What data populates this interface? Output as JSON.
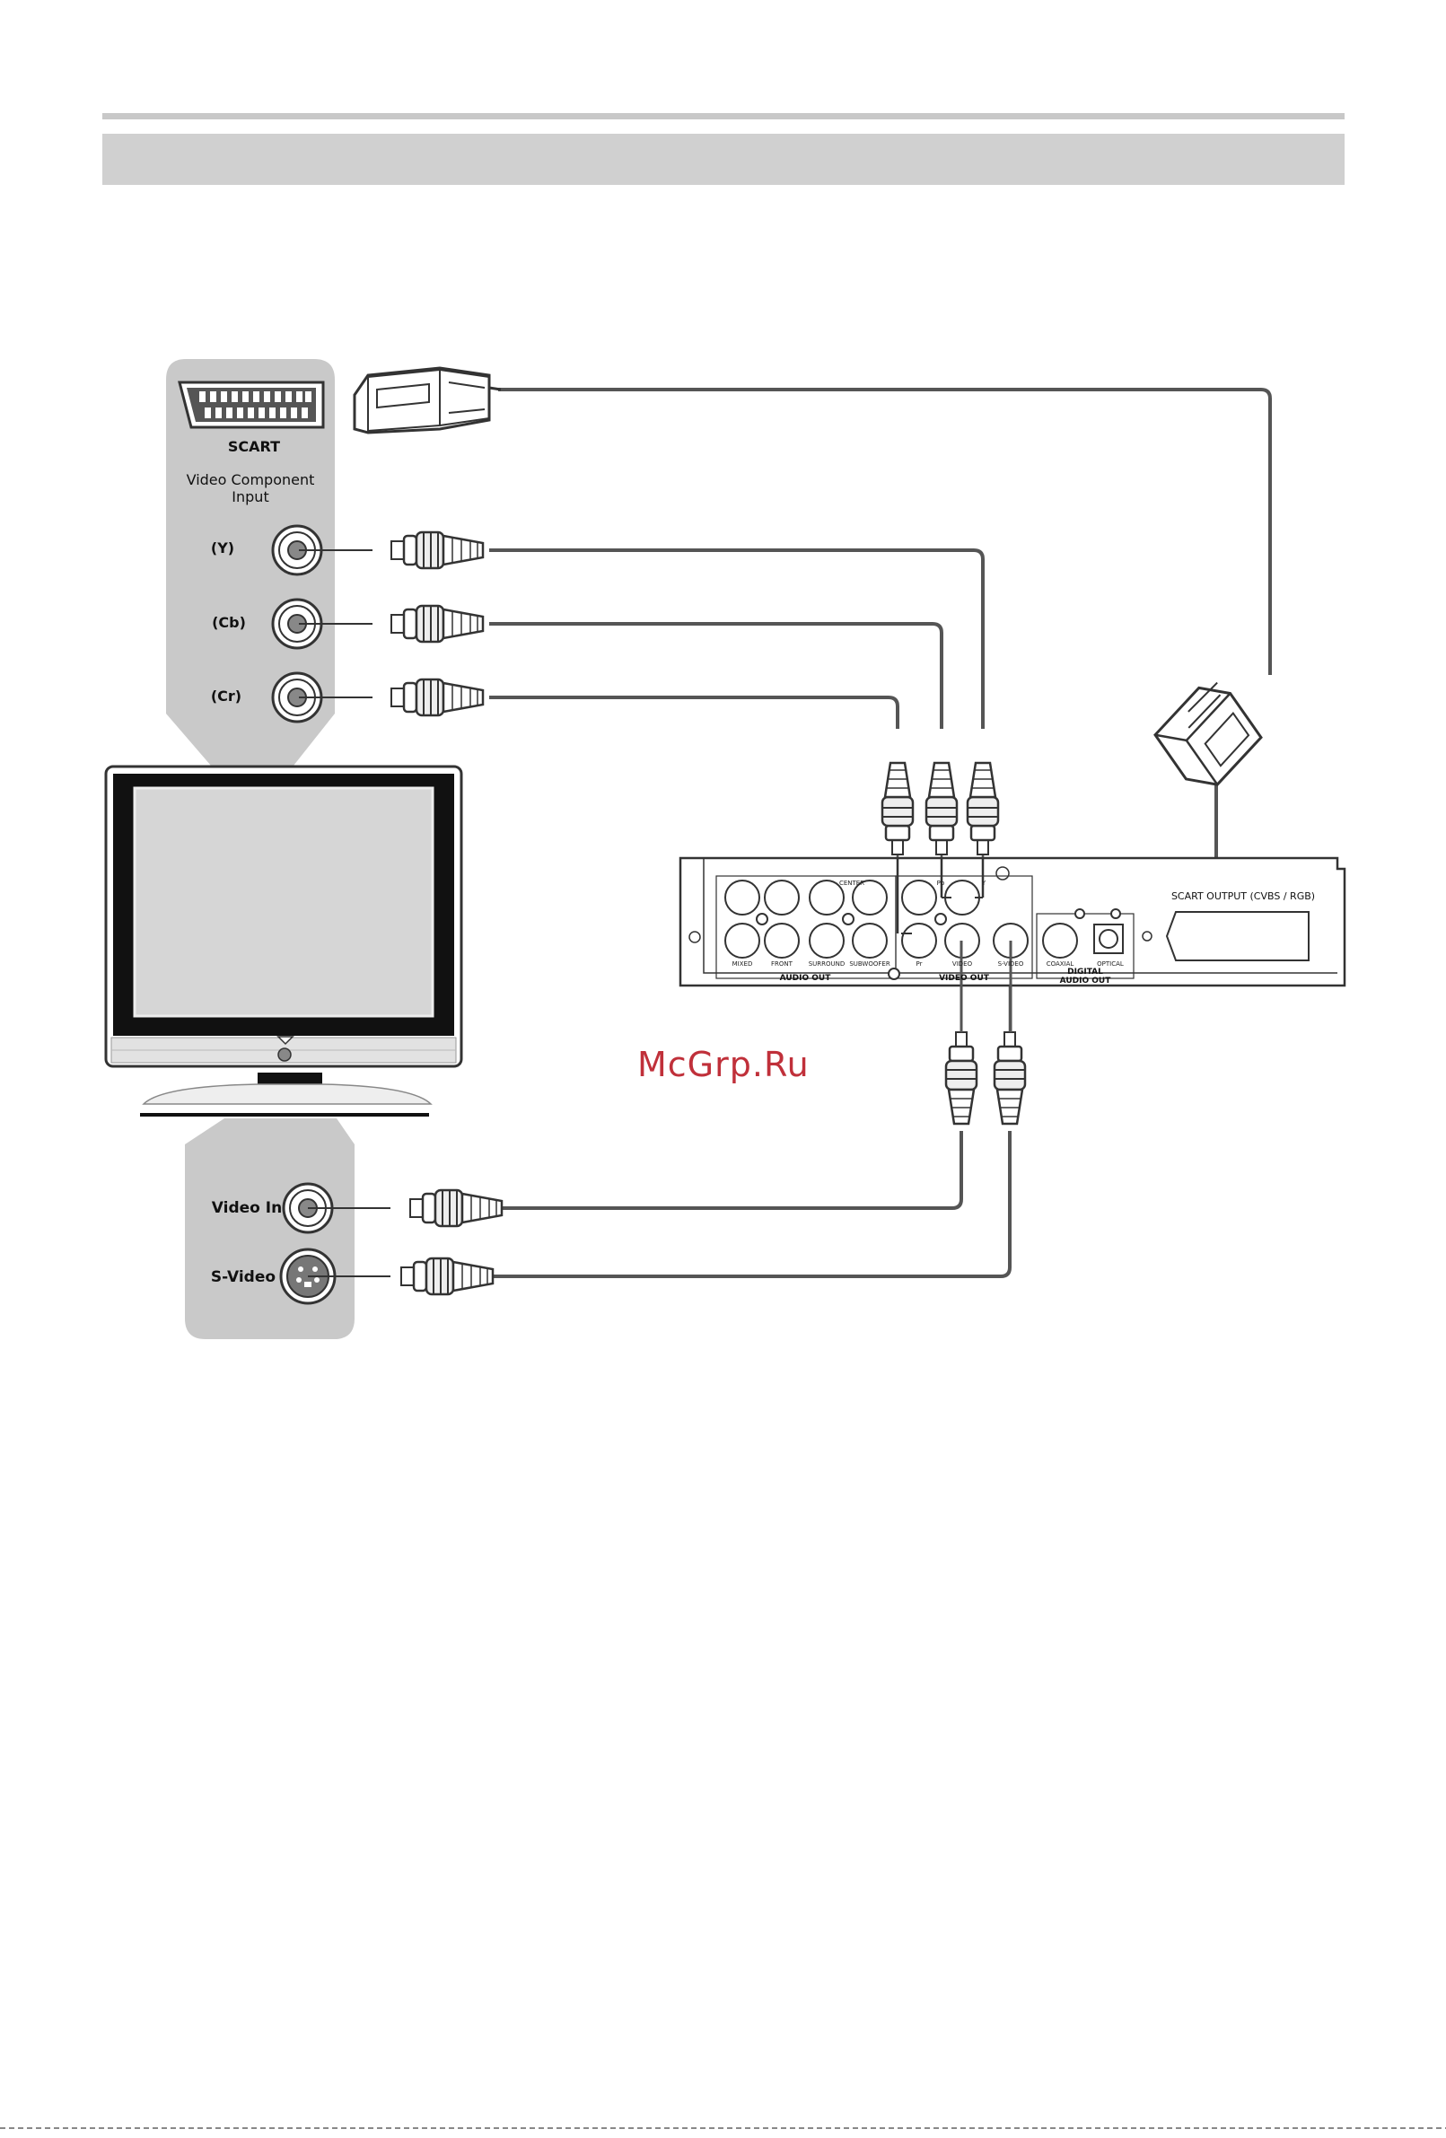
{
  "tv_panel": {
    "scart_label": "SCART",
    "component_title_line1": "Video Component",
    "component_title_line2": "Input",
    "y_label": "(Y)",
    "cb_label": "(Cb)",
    "cr_label": "(Cr)",
    "video_in_label": "Video In",
    "svideo_label": "S-Video"
  },
  "player_panel": {
    "scart_output_label": "SCART OUTPUT (CVBS / RGB)",
    "audio_out_label": "AUDIO OUT",
    "video_out_label": "VIDEO OUT",
    "digital_label": "DIGITAL",
    "digital_audio_out_label": "AUDIO OUT",
    "jack_mixed": "MIXED",
    "jack_front": "FRONT",
    "jack_surround": "SURROUND",
    "jack_subwoofer": "SUBWOOFER",
    "jack_center": "CENTER",
    "jack_pr": "Pr",
    "jack_pb": "Pb",
    "jack_y": "Y",
    "jack_video": "VIDEO",
    "jack_svideo": "S-VIDEO",
    "jack_coaxial": "COAXIAL",
    "jack_optical": "OPTICAL"
  },
  "watermark": "McGrp.Ru",
  "colors": {
    "panel_gray": "#c9c9c9",
    "cable": "#555555",
    "watermark": "#c0303a"
  }
}
